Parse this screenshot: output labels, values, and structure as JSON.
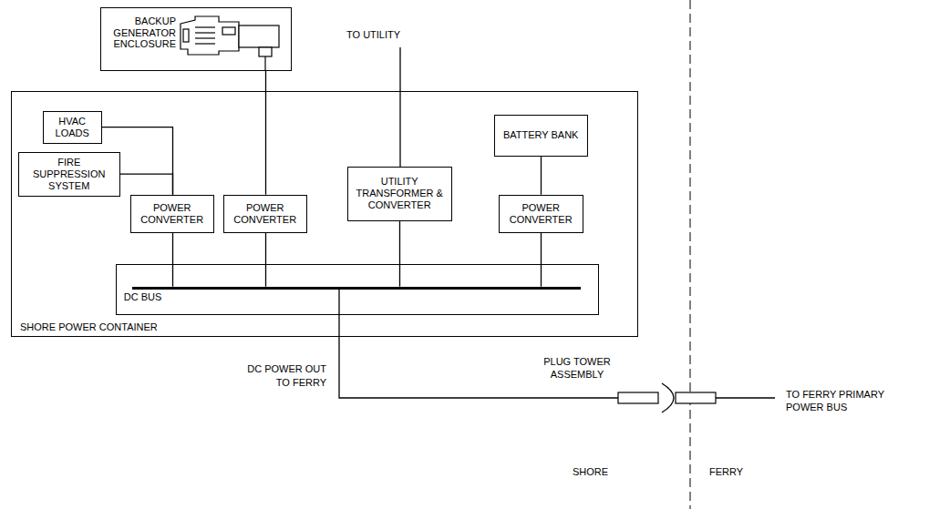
{
  "diagram": {
    "nodes": [
      {
        "text": [
          "BACKUP GENERATOR ENCLOSURE"
        ]
      },
      {
        "text": [
          "SHORE POWER CONTAINER"
        ]
      },
      {
        "text": [
          "HVAC LOADS"
        ],
        "in": 1
      },
      {
        "text": [
          "FIRE SUPPRESSION SYSTEM"
        ],
        "in": 1
      },
      {
        "text": [
          "POWER CONVERTER"
        ],
        "in": 1
      },
      {
        "text": [
          "POWER CONVERTER"
        ],
        "in": 1
      },
      {
        "text": [
          "UTILITY TRANSFORMER & CONVERTER"
        ],
        "in": 1
      },
      {
        "text": [
          "BATTERY BANK"
        ],
        "in": 1
      },
      {
        "text": [
          "POWER CONVERTER"
        ],
        "in": 1
      },
      {
        "text": [
          "DC BUS"
        ],
        "in": 1
      }
    ],
    "edges": [
      {
        "from": 2,
        "to": 4,
        "arrow": "none"
      },
      {
        "from": 3,
        "to": 4,
        "arrow": "none"
      },
      {
        "from": 0,
        "to": 5,
        "arrow": "none"
      },
      {
        "from": 4,
        "to": 9,
        "arrow": "none"
      },
      {
        "from": 5,
        "to": 9,
        "arrow": "none"
      },
      {
        "from": 6,
        "to": 9,
        "arrow": "none"
      },
      {
        "from": 7,
        "to": 8,
        "arrow": "none"
      },
      {
        "from": 8,
        "to": 9,
        "arrow": "none"
      }
    ],
    "labels": [
      "TO UTILITY",
      "DC POWER OUT TO FERRY",
      "PLUG TOWER ASSEMBLY",
      "TO FERRY PRIMARY POWER BUS",
      "SHORE",
      "FERRY"
    ]
  }
}
